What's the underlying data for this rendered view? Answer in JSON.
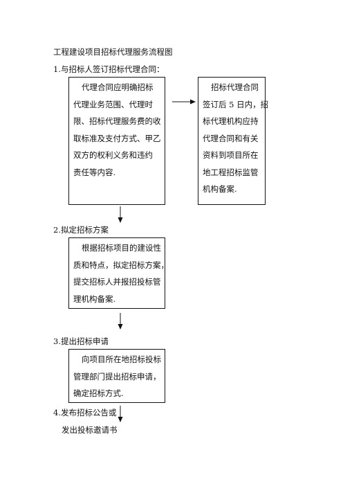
{
  "title": "工程建设项目招标代理服务流程图",
  "steps": [
    {
      "heading": "1.与招标人签订招标代理合同：",
      "box_lines": [
        "代理合同应明确招标",
        "代理业务范围、代理时",
        "限、招标代理服务费的收",
        "取标准及支付方式、甲乙",
        "双方的权利义务和违约",
        "责任等内容."
      ],
      "side_box_lines": [
        "招标代理合同",
        "签订后 5 日内，招",
        "标代理机构应持",
        "代理合同和有关",
        "资料到项目所在",
        "地工程招标监管",
        "机构备案."
      ]
    },
    {
      "heading": "2.拟定招标方案",
      "box_lines": [
        "根据招标项目的建设性",
        "质和特点，拟定招标方案，",
        "提交招标人并报招投标管",
        "理机构备案."
      ]
    },
    {
      "heading": "3.提出招标申请",
      "box_lines": [
        "向项目所在地招标投标",
        "管理部门提出招标申请，",
        "确定招标方式."
      ]
    },
    {
      "heading_lines": [
        "4.发布招标公告或",
        "发出投标邀请书"
      ]
    }
  ]
}
